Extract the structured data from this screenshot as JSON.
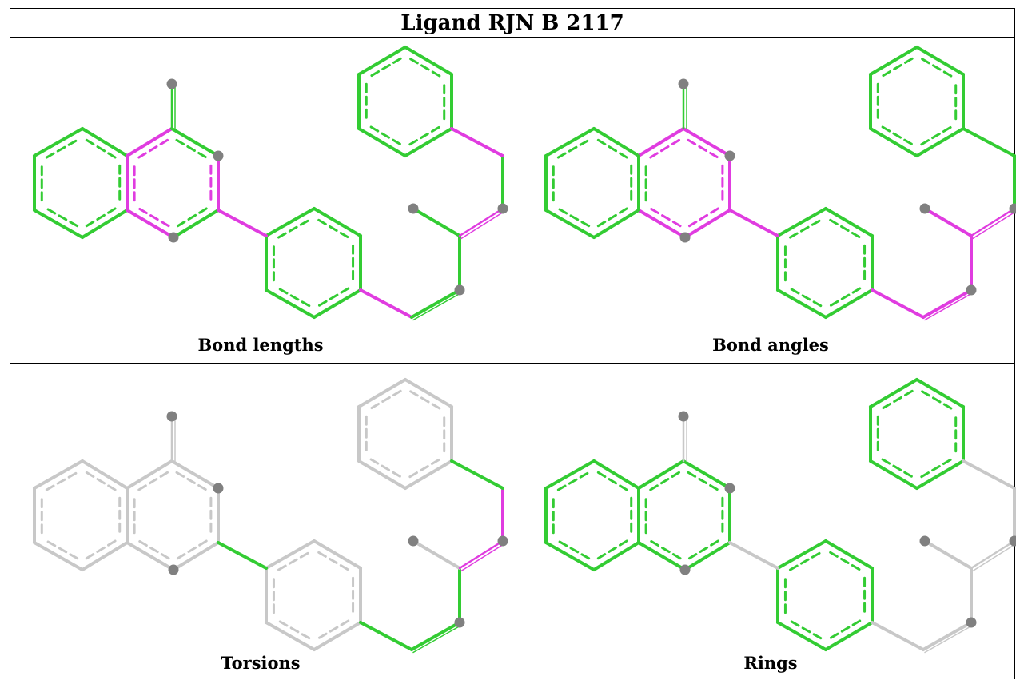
{
  "title": "Ligand RJN B 2117",
  "panels": [
    {
      "caption": "Bond lengths"
    },
    {
      "caption": "Bond angles"
    },
    {
      "caption": "Torsions"
    },
    {
      "caption": "Rings"
    }
  ],
  "colors": {
    "good": "#33cc33",
    "outlier": "#e03ce0",
    "neutral": "#c8c8c8",
    "atom": "#808080"
  }
}
